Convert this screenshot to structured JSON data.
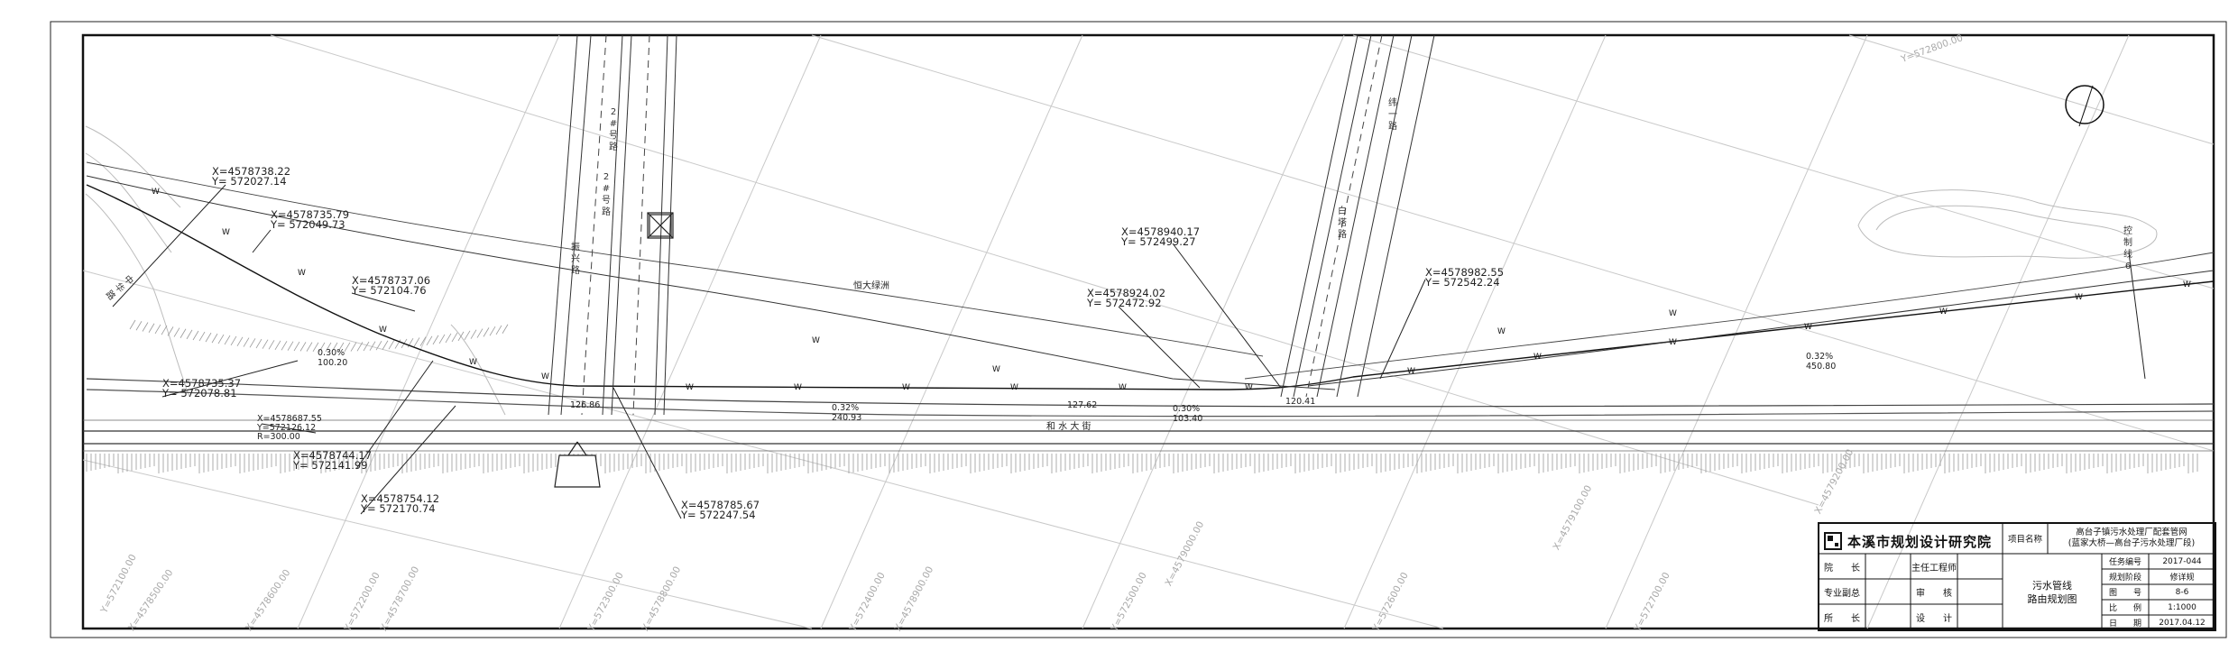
{
  "title_block": {
    "institute": "本溪市规划设计研究院",
    "project_label": "项目名称",
    "project_name_line1": "高台子镇污水处理厂配套管网",
    "project_name_line2": "(蓝家大桥—高台子污水处理厂段)",
    "drawing_name_line1": "污水管线",
    "drawing_name_line2": "路由规划图",
    "roles": [
      {
        "left": "院　　长",
        "right": "主任工程师"
      },
      {
        "left": "专业副总",
        "right": "审　　核"
      },
      {
        "left": "所　　长",
        "right": "设　　计"
      }
    ],
    "info": [
      {
        "key": "任务编号",
        "value": "2017-044"
      },
      {
        "key": "规划阶段",
        "value": "修详规"
      },
      {
        "key": "图　　号",
        "value": "8-6"
      },
      {
        "key": "比　　例",
        "value": "1:1000"
      },
      {
        "key": "日　　期",
        "value": "2017.04.12"
      }
    ]
  },
  "coordinates": [
    {
      "x": "X=4578738.22",
      "y": "Y= 572027.14"
    },
    {
      "x": "X=4578735.79",
      "y": "Y= 572049.73"
    },
    {
      "x": "X=4578737.06",
      "y": "Y= 572104.76"
    },
    {
      "x": "X=4578735.37",
      "y": "Y= 572078.81"
    },
    {
      "x": "X=4578744.17",
      "y": "Y= 572141.99"
    },
    {
      "x": "X=4578754.12",
      "y": "Y= 572170.74"
    },
    {
      "x": "X=4578785.67",
      "y": "Y= 572247.54"
    },
    {
      "x": "X=4578924.02",
      "y": "Y= 572472.92"
    },
    {
      "x": "X=4578940.17",
      "y": "Y= 572499.27"
    },
    {
      "x": "X=4578982.55",
      "y": "Y= 572542.24"
    }
  ],
  "curve_label": {
    "x": "X=4578687.55",
    "y": "Y=572126.12",
    "r": "R=300.00"
  },
  "slope_labels": [
    {
      "slope": "0.30%",
      "length": "100.20"
    },
    {
      "slope": "0.32%",
      "length": "240.93"
    },
    {
      "slope": "0.30%",
      "length": "103.40"
    },
    {
      "slope": "0.32%",
      "length": "450.80"
    }
  ],
  "elevations": [
    "126.86",
    "127.62",
    "120.41"
  ],
  "place_labels": {
    "park": "恒大绿洲",
    "main_road": "和 水 大 街",
    "road_a": "振兴路",
    "road_b": "2#号路",
    "road_c": "2#号路",
    "road_d": "白塔路",
    "road_e": "纬一路",
    "road_left": "中华路",
    "station": "控制线6"
  },
  "grid_labels": [
    "X=4578500.00",
    "X=4578600.00",
    "X=4578700.00",
    "X=4578800.00",
    "X=4578900.00",
    "X=4579000.00",
    "X=4579100.00",
    "X=4579200.00",
    "Y=572100.00",
    "Y=572200.00",
    "Y=572300.00",
    "Y=572400.00",
    "Y=572500.00",
    "Y=572600.00",
    "Y=572700.00",
    "Y=572800.00"
  ],
  "pipe_marker": "W"
}
